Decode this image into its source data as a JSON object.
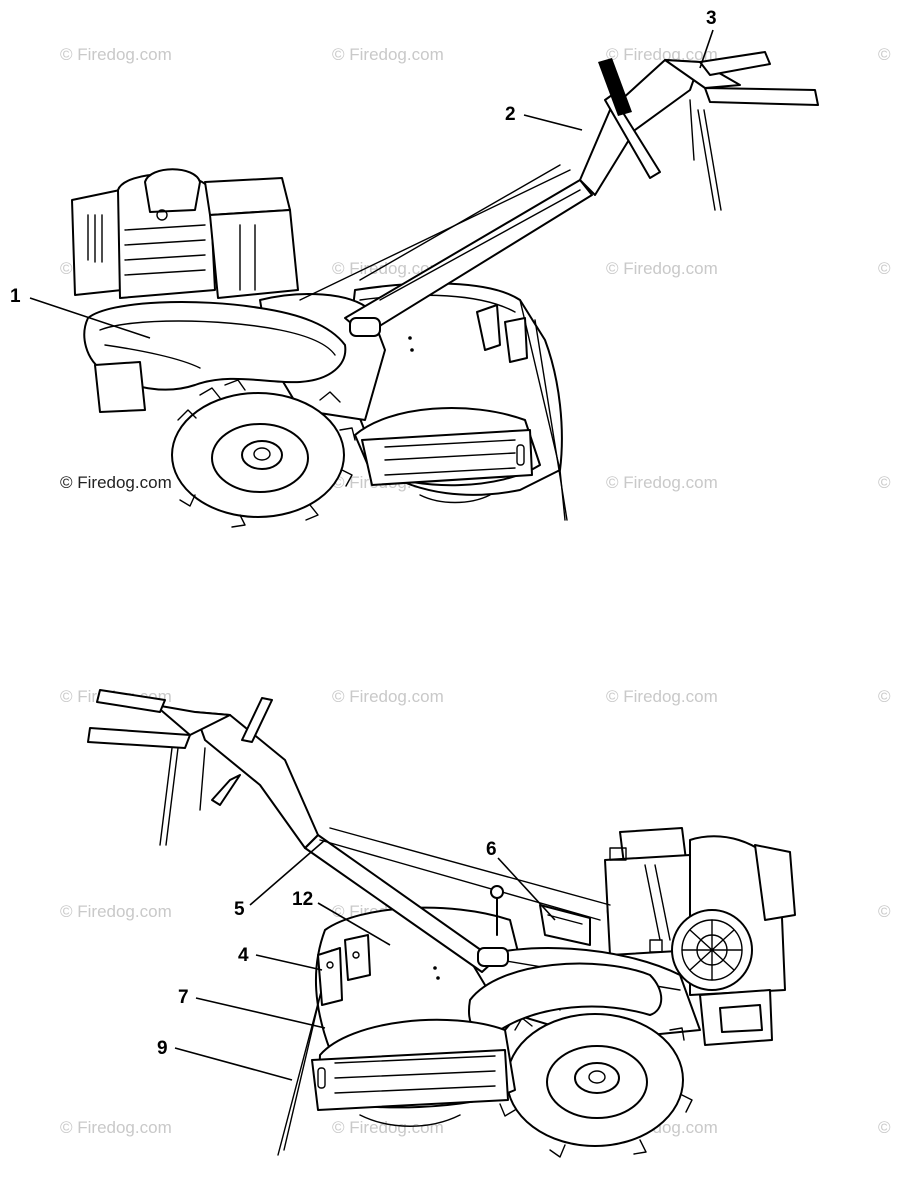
{
  "watermark": {
    "text": "© Firedog.com",
    "text_clipped": "© Firedog.com",
    "corner_mark": "©"
  },
  "callouts": {
    "c1": "1",
    "c2": "2",
    "c3": "3",
    "c4": "4",
    "c5": "5",
    "c6": "6",
    "c7": "7",
    "c9": "9",
    "c12": "12"
  }
}
